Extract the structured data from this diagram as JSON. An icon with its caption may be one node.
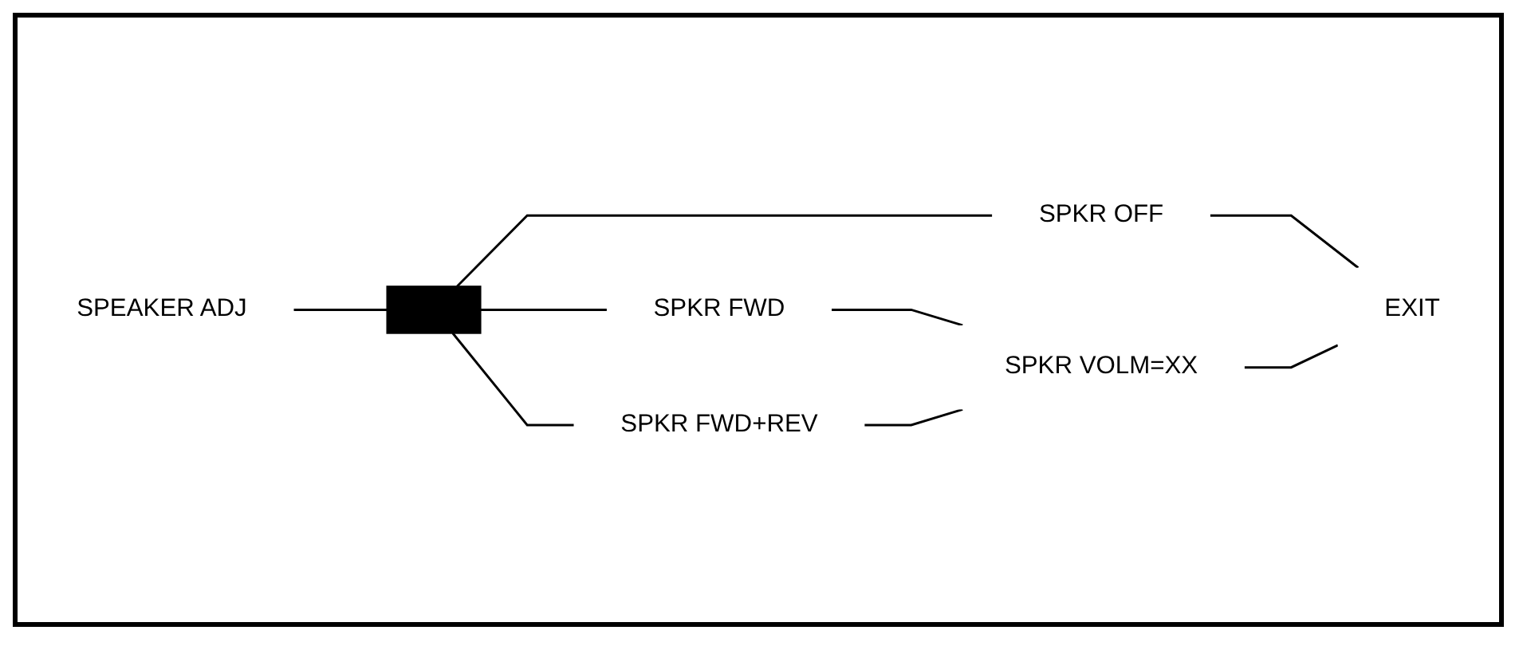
{
  "diagram": {
    "nodes": [
      {
        "text": [
          "SPEAKER ADJ"
        ]
      },
      {
        "text": [],
        "shape": "bar"
      },
      {
        "text": [
          "SPKR OFF"
        ]
      },
      {
        "text": [
          "SPKR FWD"
        ]
      },
      {
        "text": [
          "SPKR FWD+REV"
        ]
      },
      {
        "text": [
          "SPKR VOLM=XX"
        ]
      },
      {
        "text": [
          "EXIT"
        ]
      }
    ],
    "edges": [
      {
        "from": 0,
        "to": 1,
        "arrow": "none"
      },
      {
        "from": 1,
        "to": 2,
        "arrow": "none"
      },
      {
        "from": 1,
        "to": 3,
        "arrow": "none"
      },
      {
        "from": 1,
        "to": 4,
        "arrow": "none"
      },
      {
        "from": 3,
        "to": 5,
        "arrow": "none"
      },
      {
        "from": 4,
        "to": 5,
        "arrow": "none"
      },
      {
        "from": 2,
        "to": 6,
        "arrow": "none"
      },
      {
        "from": 5,
        "to": 6,
        "arrow": "none"
      }
    ]
  }
}
